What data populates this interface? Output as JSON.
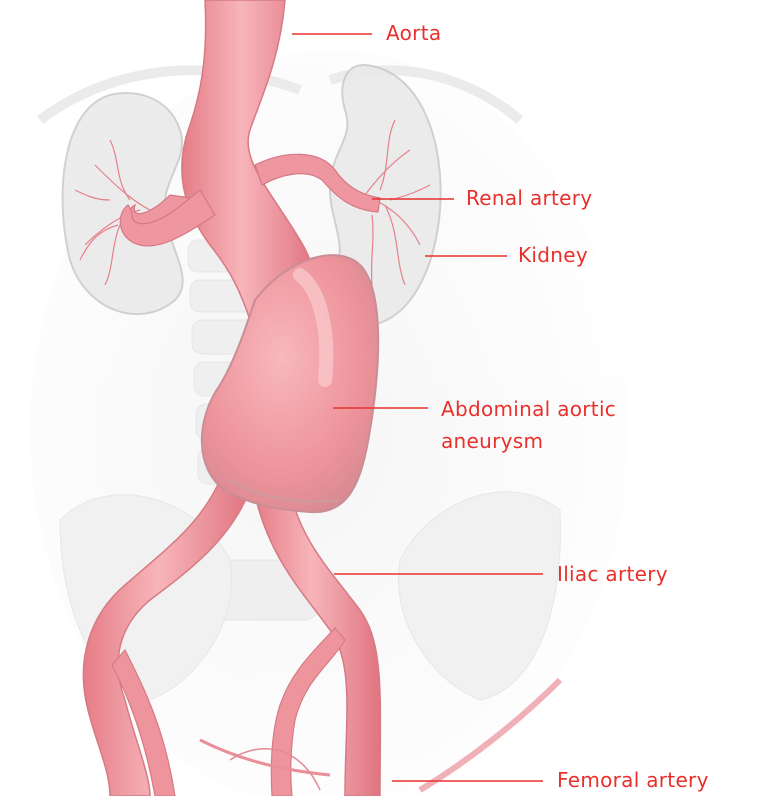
{
  "diagram": {
    "label_color": "#e8302c",
    "vessel_color": "#f08f97",
    "vessel_highlight": "#f7c3c6",
    "organ_color": "#d9d9d9",
    "labels": {
      "aorta": "Aorta",
      "renal_artery": "Renal artery",
      "kidney": "Kidney",
      "aneurysm_line1": "Abdominal aortic",
      "aneurysm_line2": "aneurysm",
      "iliac_artery": "Iliac artery",
      "femoral_artery": "Femoral artery"
    }
  }
}
